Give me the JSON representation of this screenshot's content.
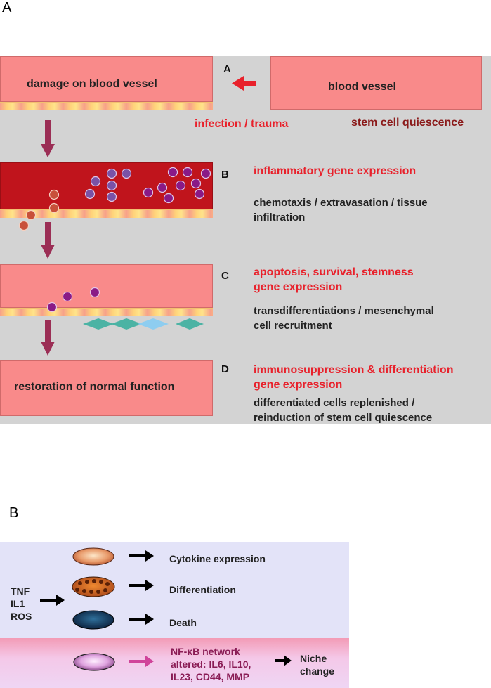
{
  "panelA": {
    "label": "A",
    "vessel_damaged": "damage on blood vessel",
    "vessel_normal": "blood vessel",
    "infection": "infection / trauma",
    "quiescence": "stem cell quiescence",
    "restoration": "restoration of normal function",
    "steps": [
      {
        "letter": "A"
      },
      {
        "letter": "B",
        "red": "inflammatory gene expression",
        "black": [
          "chemotaxis / extravasation / tissue",
          "infiltration"
        ]
      },
      {
        "letter": "C",
        "red": [
          "apoptosis, survival, stemness",
          "gene expression"
        ],
        "black": [
          "transdifferentiations / mesenchymal",
          "cell recruitment"
        ]
      },
      {
        "letter": "D",
        "red": [
          "immunosuppression & differentiation",
          "gene expression"
        ],
        "black": [
          "differentiated cells replenished /",
          "reinduction of stem cell quiescence"
        ]
      }
    ]
  },
  "panelB": {
    "label": "B",
    "inputs": [
      "TNF",
      "IL1",
      "ROS"
    ],
    "outcomes": [
      "Cytokine expression",
      "Differentiation",
      "Death"
    ],
    "nfkb": [
      "NF-κB network",
      "altered:  IL6, IL10,",
      "IL23, CD44, MMP"
    ],
    "niche": [
      "Niche",
      "change"
    ]
  },
  "colors": {
    "panel_gray": "#d3d3d3",
    "vessel_pink": "#f98a8a",
    "vessel_dark": "#c0141c",
    "red_text": "#e8212b",
    "maroon_arrow": "#9b2e55",
    "lavender": "#e3e3f8",
    "pink_band": "#f4a9c4"
  }
}
